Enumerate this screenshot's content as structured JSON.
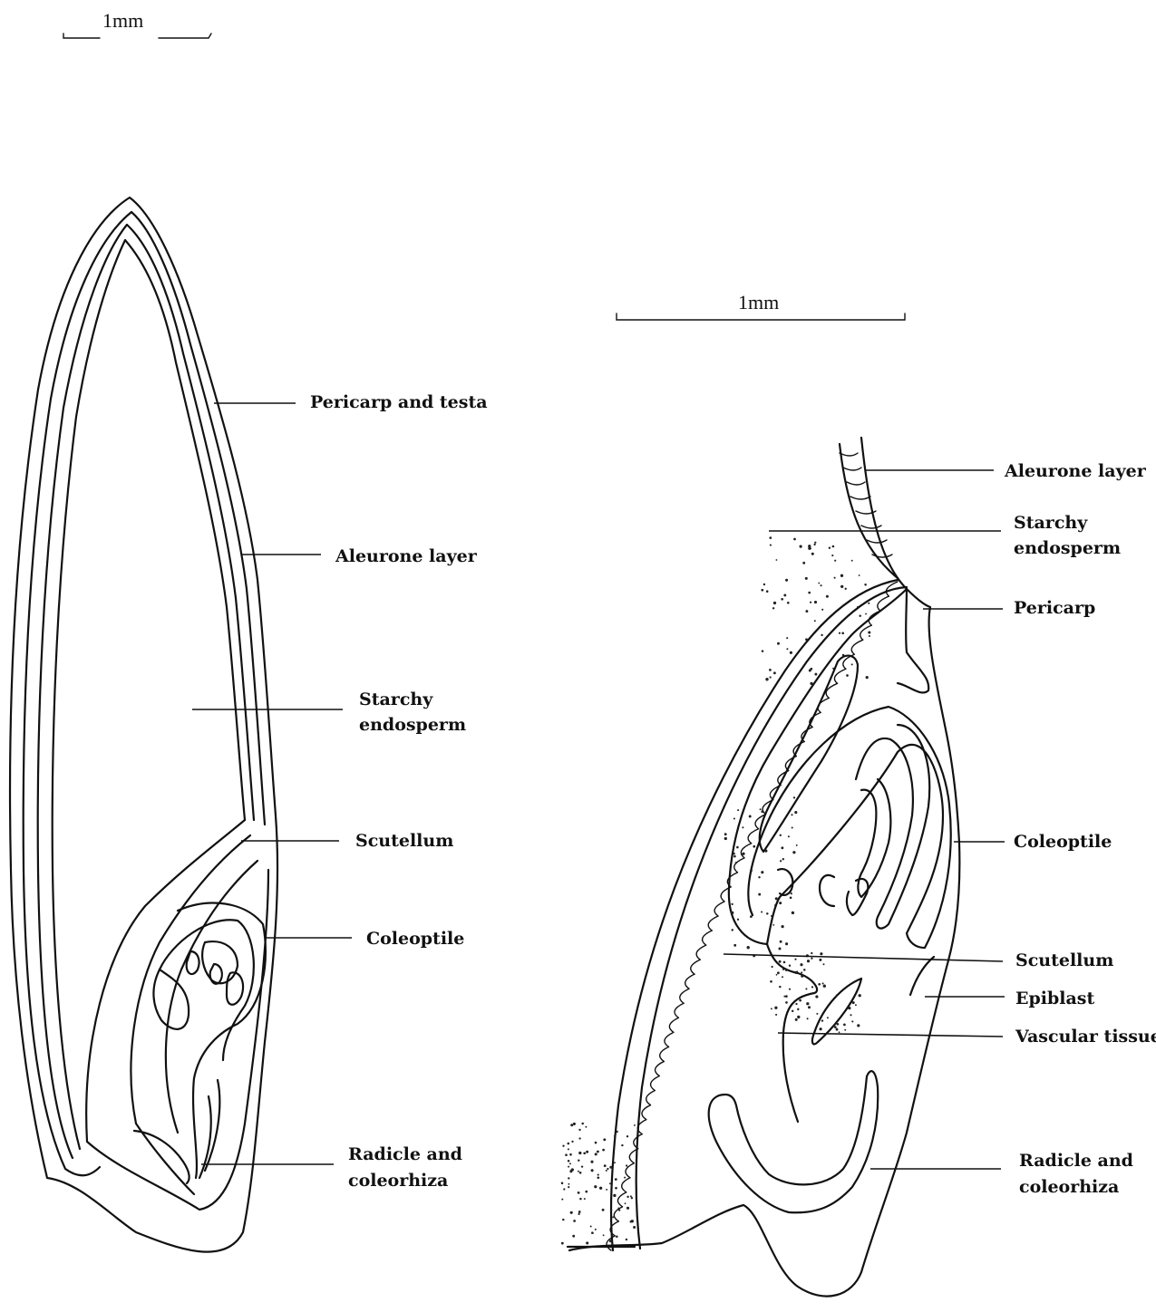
{
  "figure_a": {
    "scale_bar": "1mm",
    "labels": {
      "pericarp_testa": "Pericarp and testa",
      "aleurone": "Aleurone layer",
      "starchy_1": "Starchy",
      "starchy_2": "endosperm",
      "scutellum": "Scutellum",
      "coleoptile": "Coleoptile",
      "radicle_1": "Radicle and",
      "radicle_2": "coleorhiza"
    }
  },
  "figure_b": {
    "scale_bar": "1mm",
    "labels": {
      "aleurone": "Aleurone layer",
      "starchy_1": "Starchy",
      "starchy_2": "endosperm",
      "pericarp": "Pericarp",
      "coleoptile": "Coleoptile",
      "scutellum": "Scutellum",
      "epiblast": "Epiblast",
      "vascular": "Vascular tissue",
      "radicle_1": "Radicle and",
      "radicle_2": "coleorhiza"
    }
  }
}
